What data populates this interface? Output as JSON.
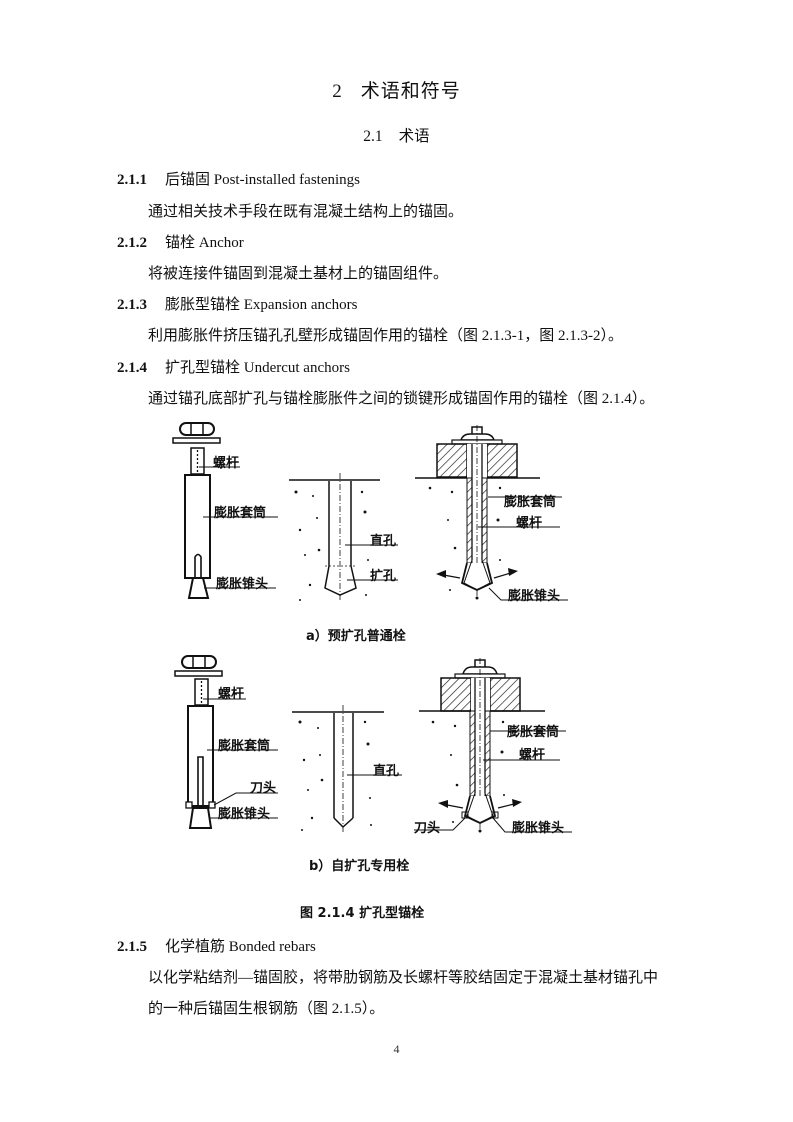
{
  "chapter": {
    "number": "2",
    "title": "术语和符号"
  },
  "section": {
    "number": "2.1",
    "title": "术语"
  },
  "terms": [
    {
      "number": "2.1.1",
      "title": "后锚固 Post-installed fastenings",
      "definition": [
        "通过相关技术手段在既有混凝土结构上的锚固。"
      ]
    },
    {
      "number": "2.1.2",
      "title": "锚栓 Anchor",
      "definition": [
        "将被连接件锚固到混凝土基材上的锚固组件。"
      ]
    },
    {
      "number": "2.1.3",
      "title": "膨胀型锚栓  Expansion anchors",
      "definition": [
        "利用膨胀件挤压锚孔孔壁形成锚固作用的锚栓（图 2.1.3-1，图 2.1.3-2）。"
      ]
    },
    {
      "number": "2.1.4",
      "title": "扩孔型锚栓  Undercut anchors",
      "definition": [
        "通过锚孔底部扩孔与锚栓膨胀件之间的锁键形成锚固作用的锚栓（图 2.1.4）。"
      ]
    },
    {
      "number": "2.1.5",
      "title": "化学植筋 Bonded rebars",
      "definition": [
        "以化学粘结剂—锚固胶，将带肋钢筋及长螺杆等胶结固定于混凝土基材锚孔中",
        "的一种后锚固生根钢筋（图 2.1.5）。"
      ]
    }
  ],
  "figure": {
    "caption": "图  2.1.4  扩孔型锚栓",
    "panel_a": {
      "caption": "a）预扩孔普通栓",
      "labels": {
        "screw": "螺杆",
        "sleeve": "膨胀套筒",
        "cone": "膨胀锥头",
        "straight_hole": "直孔",
        "undercut_hole": "扩孔",
        "installed_sleeve": "膨胀套筒",
        "installed_screw": "螺杆",
        "installed_cone": "膨胀锥头"
      }
    },
    "panel_b": {
      "caption": "b）自扩孔专用栓",
      "labels": {
        "screw": "螺杆",
        "sleeve": "膨胀套筒",
        "cutter": "刀头",
        "cone": "膨胀锥头",
        "straight_hole": "直孔",
        "installed_sleeve": "膨胀套筒",
        "installed_screw": "螺杆",
        "installed_cutter": "刀头",
        "installed_cone": "膨胀锥头"
      }
    }
  },
  "page_number": "4"
}
